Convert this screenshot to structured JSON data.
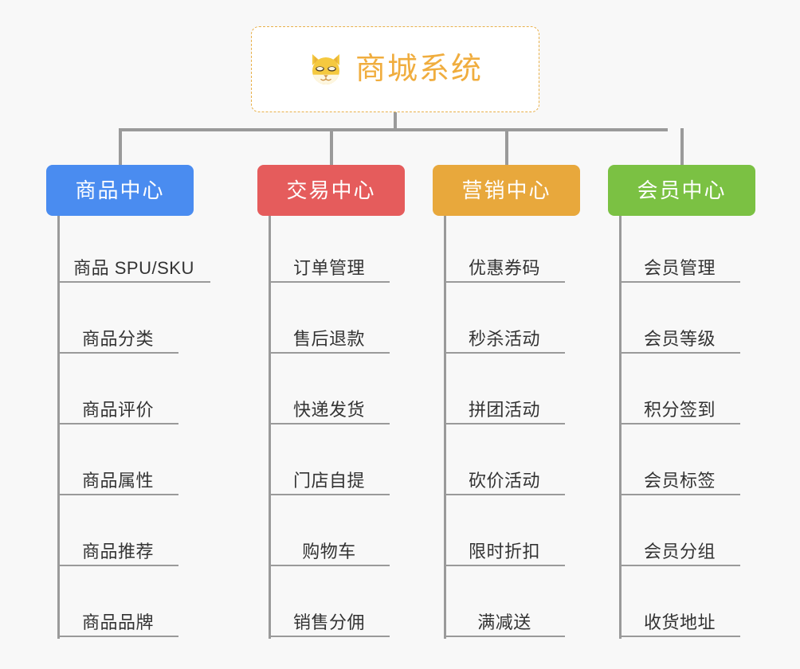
{
  "diagram": {
    "type": "org-chart",
    "background_color": "#f8f8f8",
    "connector_color": "#9a9a9a"
  },
  "root": {
    "title": "商城系统",
    "icon": "shiba-dog-face-icon",
    "text_color": "#f0ad3e",
    "border_color": "#e8b04a",
    "background_color": "#ffffff"
  },
  "columns": [
    {
      "title": "商品中心",
      "color": "#4a8cf0",
      "items": [
        "商品 SPU/SKU",
        "商品分类",
        "商品评价",
        "商品属性",
        "商品推荐",
        "商品品牌"
      ]
    },
    {
      "title": "交易中心",
      "color": "#e55c5c",
      "items": [
        "订单管理",
        "售后退款",
        "快递发货",
        "门店自提",
        "购物车",
        "销售分佣"
      ]
    },
    {
      "title": "营销中心",
      "color": "#e8a83c",
      "items": [
        "优惠券码",
        "秒杀活动",
        "拼团活动",
        "砍价活动",
        "限时折扣",
        "满减送"
      ]
    },
    {
      "title": "会员中心",
      "color": "#7bc143",
      "items": [
        "会员管理",
        "会员等级",
        "积分签到",
        "会员标签",
        "会员分组",
        "收货地址"
      ]
    }
  ]
}
